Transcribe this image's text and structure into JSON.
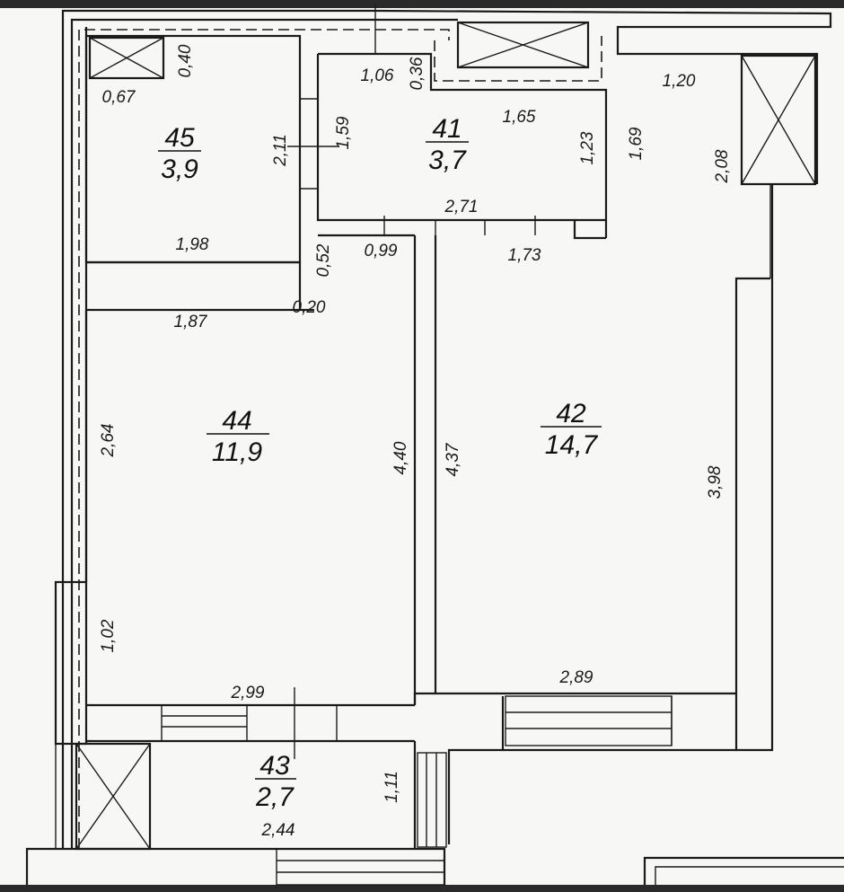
{
  "rooms": [
    {
      "number": "45",
      "area": "3,9"
    },
    {
      "number": "41",
      "area": "3,7"
    },
    {
      "number": "44",
      "area": "11,9"
    },
    {
      "number": "42",
      "area": "14,7"
    },
    {
      "number": "43",
      "area": "2,7"
    }
  ],
  "dimensions": {
    "d_040": "0,40",
    "d_067": "0,67",
    "d_211": "2,11",
    "d_159": "1,59",
    "d_106": "1,06",
    "d_036": "0,36",
    "d_165": "1,65",
    "d_123": "1,23",
    "d_169": "1,69",
    "d_120": "1,20",
    "d_208": "2,08",
    "d_271": "2,71",
    "d_198": "1,98",
    "d_052": "0,52",
    "d_099": "0,99",
    "d_173": "1,73",
    "d_187": "1,87",
    "d_020": "0,20",
    "d_264": "2,64",
    "d_440": "4,40",
    "d_437": "4,37",
    "d_398": "3,98",
    "d_102": "1,02",
    "d_299": "2,99",
    "d_289": "2,89",
    "d_111": "1,11",
    "d_244": "2,44"
  }
}
